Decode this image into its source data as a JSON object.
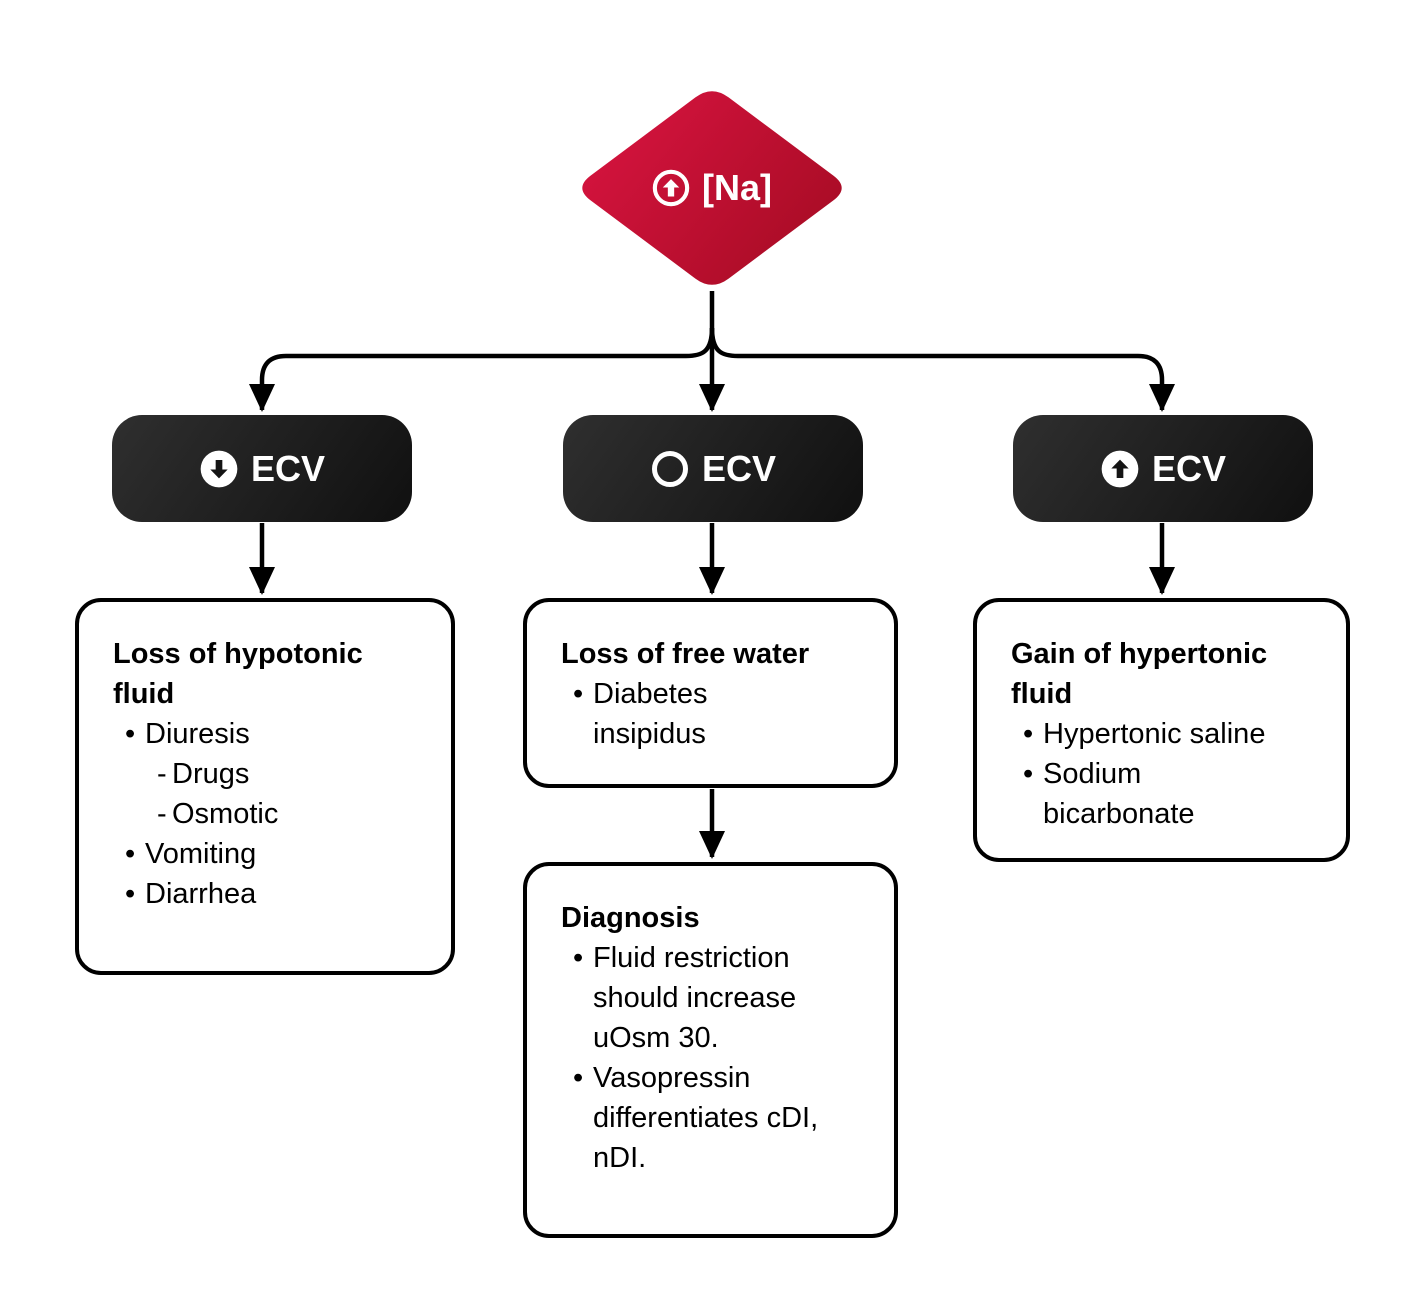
{
  "root": {
    "label": "[Na]",
    "icon": "arrow-up-circle-outline"
  },
  "branches": [
    {
      "id": "low-ecv",
      "node_label": "ECV",
      "icon": "arrow-down-circle"
    },
    {
      "id": "normal-ecv",
      "node_label": "ECV",
      "icon": "circle-outline"
    },
    {
      "id": "high-ecv",
      "node_label": "ECV",
      "icon": "arrow-up-circle"
    }
  ],
  "cards": {
    "hypotonic": {
      "title": "Loss of hypotonic fluid",
      "items": [
        {
          "text": "Diuresis",
          "level": 1
        },
        {
          "text": "Drugs",
          "level": 2
        },
        {
          "text": "Osmotic",
          "level": 2
        },
        {
          "text": "Vomiting",
          "level": 1
        },
        {
          "text": "Diarrhea",
          "level": 1
        }
      ]
    },
    "free_water": {
      "title": "Loss of free water",
      "items": [
        {
          "text": "Diabetes insipidus",
          "level": 1
        }
      ]
    },
    "diagnosis": {
      "title": "Diagnosis",
      "items": [
        {
          "text": "Fluid restriction should increase uOsm 30.",
          "level": 1
        },
        {
          "text": "Vasopressin differentiates cDI, nDI.",
          "level": 1
        }
      ]
    },
    "hypertonic": {
      "title": "Gain of hypertonic fluid",
      "items": [
        {
          "text": "Hypertonic saline",
          "level": 1
        },
        {
          "text": "Sodium bicarbonate",
          "level": 1
        }
      ]
    }
  },
  "colors": {
    "background": "#ffffff",
    "line": "#000000",
    "text": "#000000",
    "text_on_dark": "#ffffff",
    "card_border": "#000000",
    "diamond_red_start": "#d81440",
    "diamond_red_end": "#a30b22",
    "node_black_start": "#2f2f2f",
    "node_black_end": "#101010"
  }
}
